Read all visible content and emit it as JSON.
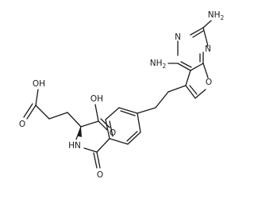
{
  "structure": {
    "atom_labels": {
      "nh2_top": "NH",
      "nh2_top_sub": "2",
      "n_upper": "N",
      "n_lower": "N",
      "nh2_left": "NH",
      "nh2_left_sub": "2",
      "o_furan": "O",
      "oh_acid_left": "OH",
      "oh_acid_right": "OH",
      "o_acid_left": "O",
      "o_acid_right": "O",
      "hn_amide": "HN",
      "o_amide": "O"
    },
    "colors": {
      "bond": "#1a1a1a",
      "background": "#ffffff"
    }
  }
}
